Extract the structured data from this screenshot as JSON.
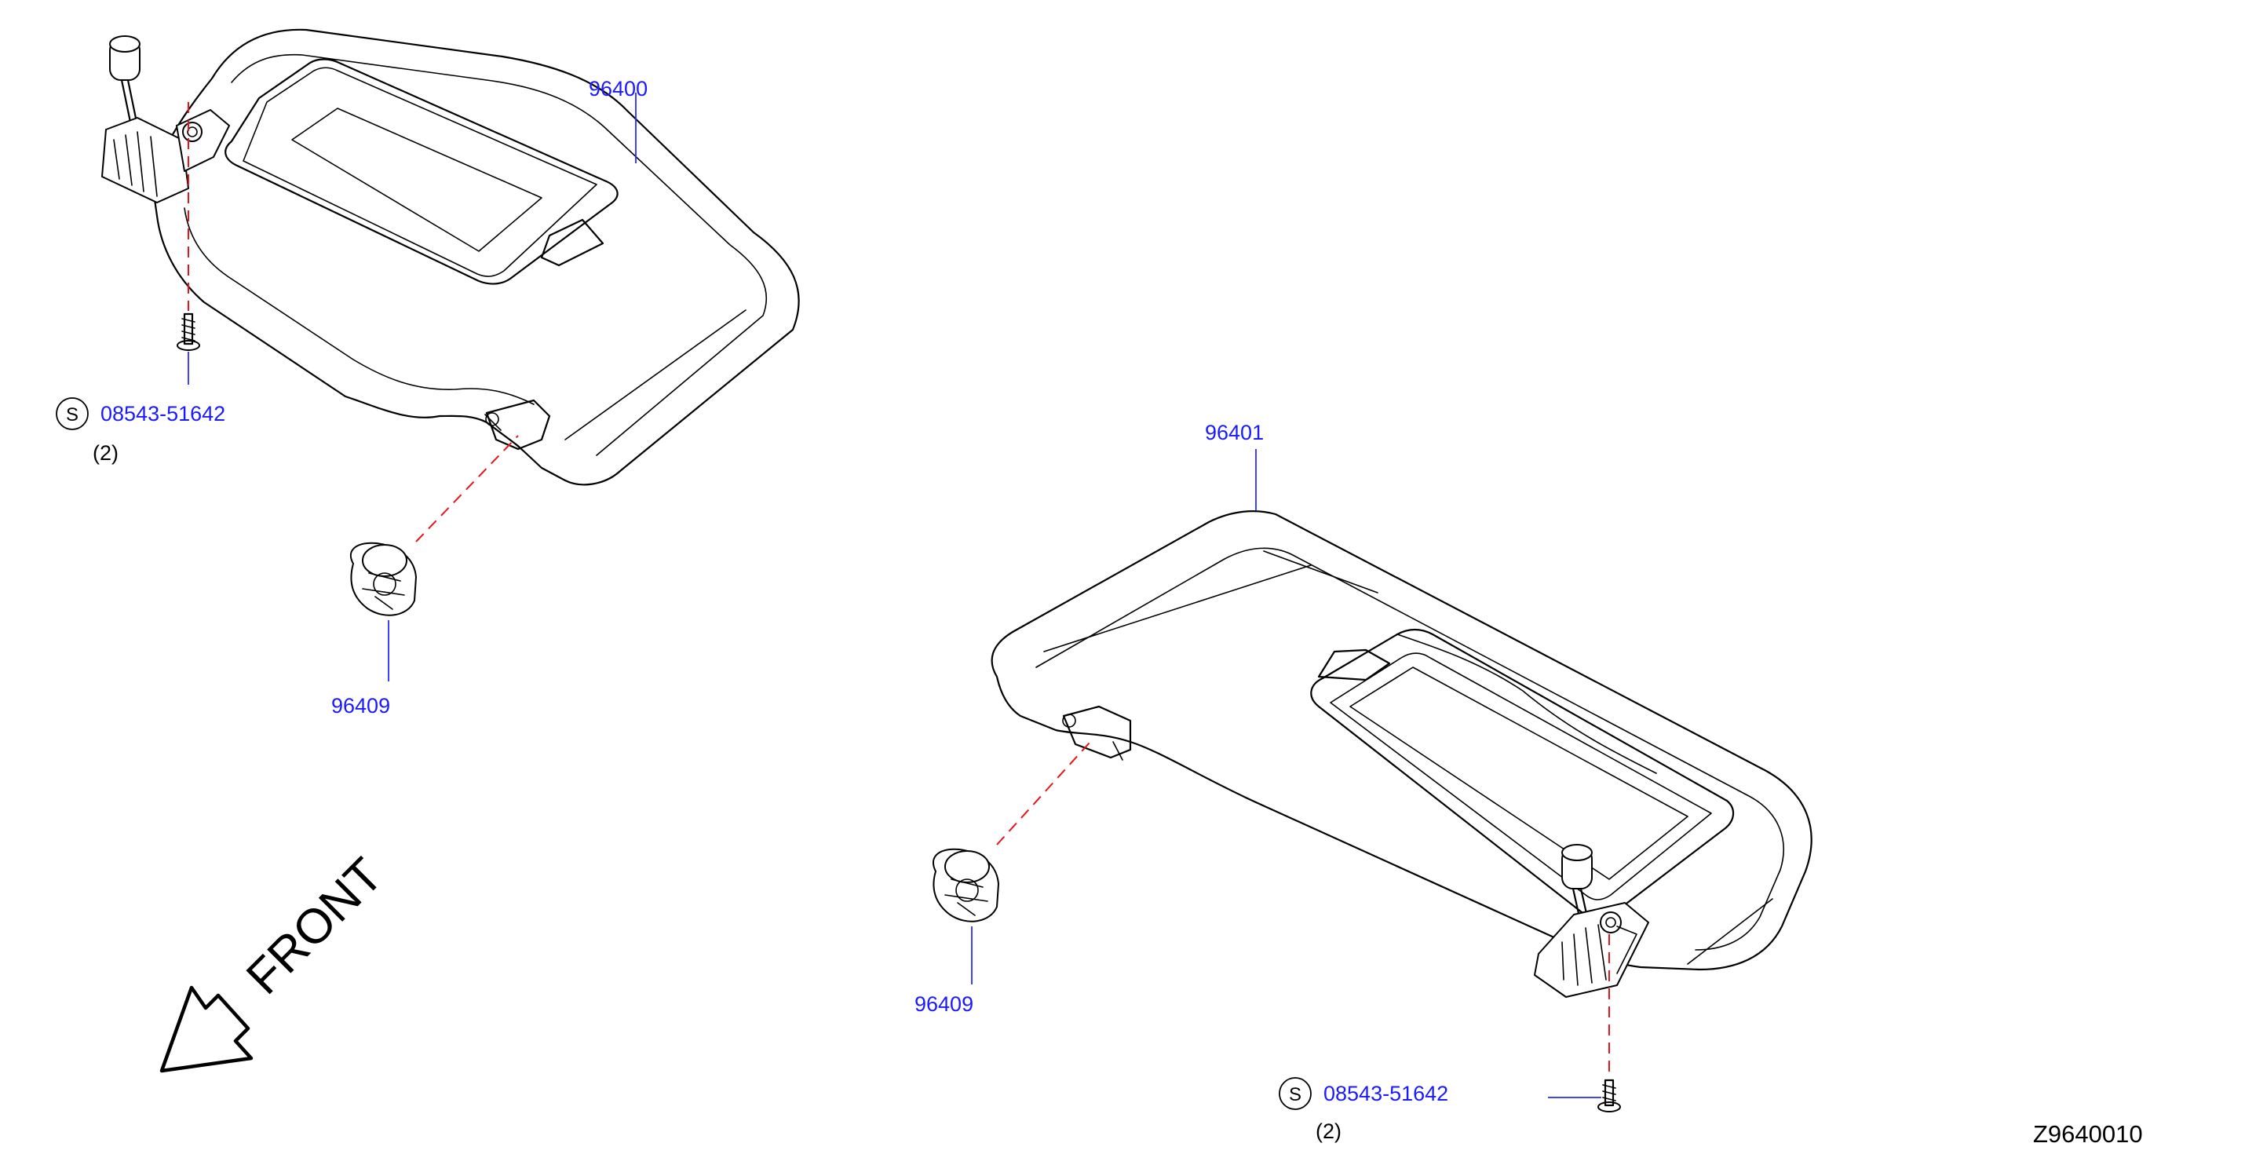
{
  "diagram": {
    "figure_code": "Z9640010",
    "direction_label": "FRONT",
    "parts": {
      "sun_visor_left": {
        "number": "96400"
      },
      "sun_visor_right": {
        "number": "96401"
      },
      "holder_left": {
        "number": "96409"
      },
      "holder_right": {
        "number": "96409"
      },
      "screw_left": {
        "symbol": "S",
        "number": "08543-51642",
        "quantity": "(2)"
      },
      "screw_right": {
        "symbol": "S",
        "number": "08543-51642",
        "quantity": "(2)"
      }
    },
    "colors": {
      "part_number": "#1a1aff",
      "leader_line": "#2a2aff",
      "dashed_line": "#e8141a",
      "line_art": "#000000"
    }
  }
}
